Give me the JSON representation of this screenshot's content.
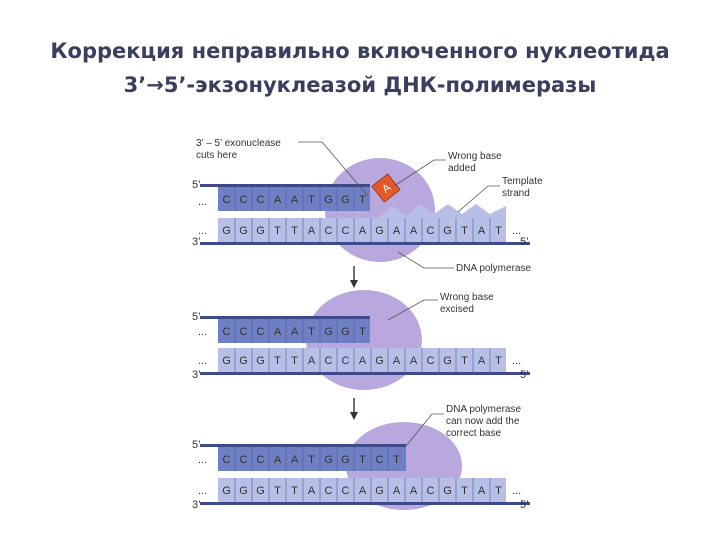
{
  "title": {
    "line1": "Коррекция неправильно включенного нуклеотида",
    "line2": "3’→5’-экзонуклеазой ДНК-полимеразы"
  },
  "colors": {
    "top_strand": "#6f7fc4",
    "bottom_strand": "#b7bfe6",
    "polymerase": "#b9a8dd",
    "wrong_base": "#e25a2a"
  },
  "labels": {
    "exonuclease": [
      "3’ – 5’ exonuclease",
      "cuts here"
    ],
    "wrong_base_added": [
      "Wrong base",
      "added"
    ],
    "template_strand": [
      "Template",
      "strand"
    ],
    "dna_polymerase": "DNA polymerase",
    "wrong_base_excised": [
      "Wrong base",
      "excised"
    ],
    "can_add_correct": [
      "DNA polymerase",
      "can now add the",
      "correct base"
    ]
  },
  "strand_ends": {
    "five": "5’",
    "three": "3’",
    "dots": "..."
  },
  "panels": [
    {
      "top": [
        "C",
        "C",
        "C",
        "A",
        "A",
        "T",
        "G",
        "G",
        "T"
      ],
      "wrong_base": "A",
      "bottom": [
        "G",
        "G",
        "G",
        "T",
        "T",
        "A",
        "C",
        "C",
        "A",
        "G",
        "A",
        "A",
        "C",
        "G",
        "T",
        "A",
        "T"
      ]
    },
    {
      "top": [
        "C",
        "C",
        "C",
        "A",
        "A",
        "T",
        "G",
        "G",
        "T"
      ],
      "wrong_base": "",
      "bottom": [
        "G",
        "G",
        "G",
        "T",
        "T",
        "A",
        "C",
        "C",
        "A",
        "G",
        "A",
        "A",
        "C",
        "G",
        "T",
        "A",
        "T"
      ]
    },
    {
      "top": [
        "C",
        "C",
        "C",
        "A",
        "A",
        "T",
        "G",
        "G",
        "T",
        "C",
        "T"
      ],
      "wrong_base": "",
      "bottom": [
        "G",
        "G",
        "G",
        "T",
        "T",
        "A",
        "C",
        "C",
        "A",
        "G",
        "A",
        "A",
        "C",
        "G",
        "T",
        "A",
        "T"
      ]
    }
  ]
}
